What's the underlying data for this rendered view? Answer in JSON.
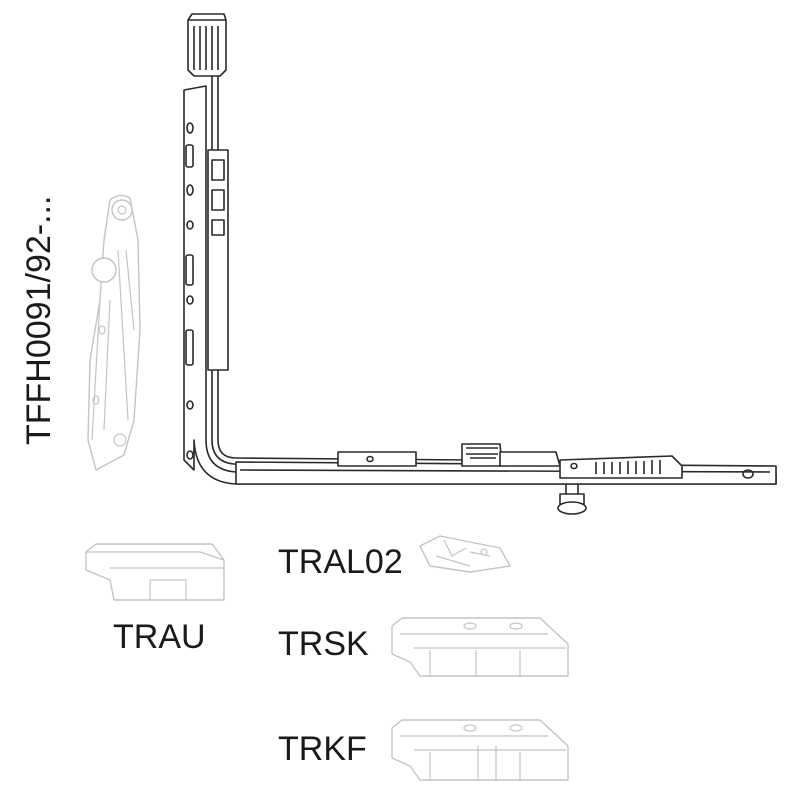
{
  "labels": {
    "main_part": "TFFH0091/92-...",
    "tral": "TRAL02",
    "trau": "TRAU",
    "trsk": "TRSK",
    "trkf": "TRKF"
  },
  "colors": {
    "main_stroke": "#2a2a2a",
    "faded_stroke": "#c4c4c4",
    "label_text": "#1a1a1a",
    "background": "#ffffff"
  }
}
